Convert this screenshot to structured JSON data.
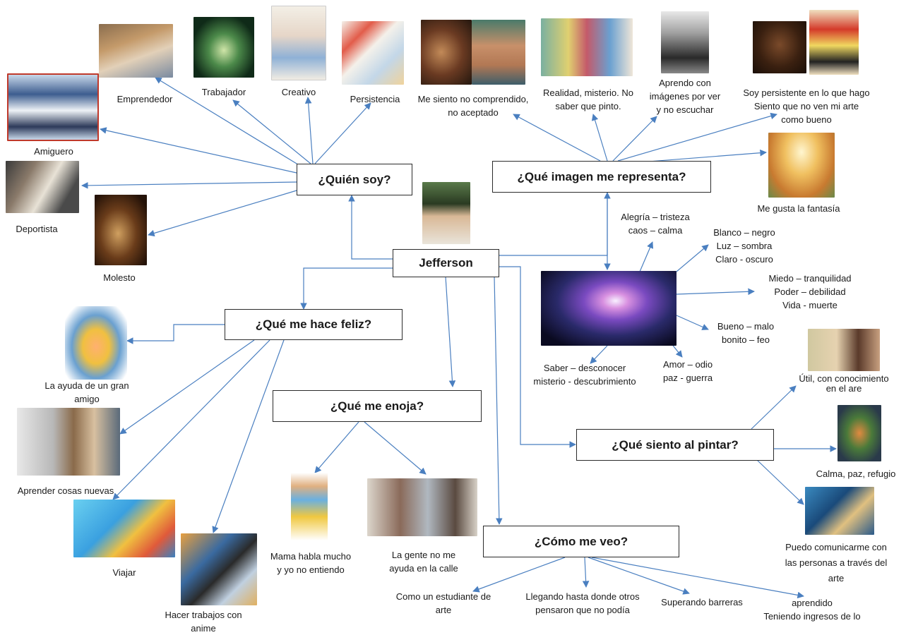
{
  "center": "Jefferson",
  "nodes": {
    "quien_soy": "¿Quién soy?",
    "que_imagen": "¿Qué imagen me representa?",
    "que_feliz": "¿Qué me hace feliz?",
    "que_enoja": "¿Qué me enoja?",
    "que_siento": "¿Qué siento al pintar?",
    "como_veo": "¿Cómo me veo?"
  },
  "quien_soy_items": {
    "emprendedor": "Emprendedor",
    "trabajador": "Trabajador",
    "creativo": "Creativo",
    "persistencia": "Persistencia",
    "amiguero": "Amiguero",
    "deportista": "Deportista",
    "molesto": "Molesto"
  },
  "imagen_items": {
    "no_comprendido_1": "Me siento no comprendido,",
    "no_comprendido_2": "no aceptado",
    "realidad_1": "Realidad, misterio. No",
    "realidad_2": "saber que pinto.",
    "aprendo_1": "Aprendo con",
    "aprendo_2": "imágenes por ver",
    "aprendo_3": "y no escuchar",
    "persistente_1": "Soy persistente en lo que hago",
    "persistente_2": "Siento que no ven mi arte",
    "persistente_3": "como bueno",
    "fantasia": "Me gusta la fantasía"
  },
  "opuestos": {
    "alegria_1": "Alegría – tristeza",
    "alegria_2": "caos – calma",
    "blanco_1": "Blanco – negro",
    "blanco_2": "Luz – sombra",
    "blanco_3": "Claro - oscuro",
    "miedo_1": "Miedo – tranquilidad",
    "miedo_2": "Poder – debilidad",
    "miedo_3": "Vida - muerte",
    "bueno_1": "Bueno – malo",
    "bueno_2": "bonito – feo",
    "amor_1": "Amor – odio",
    "amor_2": "paz - guerra",
    "saber_1": "Saber – desconocer",
    "saber_2": "misterio -  descubrimiento"
  },
  "feliz_items": {
    "ayuda_1": "La ayuda de un gran",
    "ayuda_2": "amigo",
    "aprender": "Aprender cosas nuevas",
    "viajar": "Viajar",
    "anime_1": "Hacer trabajos con",
    "anime_2": "anime"
  },
  "enoja_items": {
    "mama_1": "Mama habla mucho",
    "mama_2": "y yo no entiendo",
    "gente_1": "La gente no me",
    "gente_2": "ayuda en la calle"
  },
  "siento_items": {
    "util_1": "Útil, con conocimiento",
    "util_2": "en el are",
    "calma": "Calma, paz, refugio",
    "comunicar_1": "Puedo  comunicarme con",
    "comunicar_2": "las personas a través del",
    "comunicar_3": "arte"
  },
  "veo_items": {
    "estudiante_1": "Como un estudiante de",
    "estudiante_2": "arte",
    "llegando_1": "Llegando hasta donde otros",
    "llegando_2": "pensaron que no podía",
    "superando": "Superando barreras",
    "ingresos_1": "aprendido",
    "ingresos_2": "Teniendo ingresos de lo"
  },
  "colors": {
    "arrow": "#4a7fc0",
    "box_border": "#2b2b2b"
  }
}
